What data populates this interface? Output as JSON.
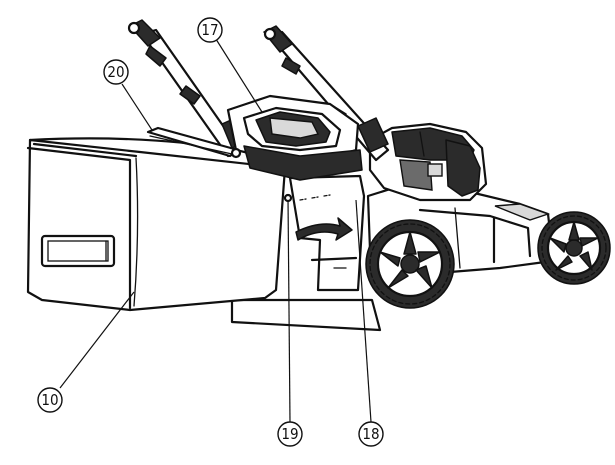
{
  "callouts": [
    {
      "id": "10",
      "label": "10"
    },
    {
      "id": "17",
      "label": "17"
    },
    {
      "id": "18",
      "label": "18"
    },
    {
      "id": "19",
      "label": "19"
    },
    {
      "id": "20",
      "label": "20"
    }
  ]
}
